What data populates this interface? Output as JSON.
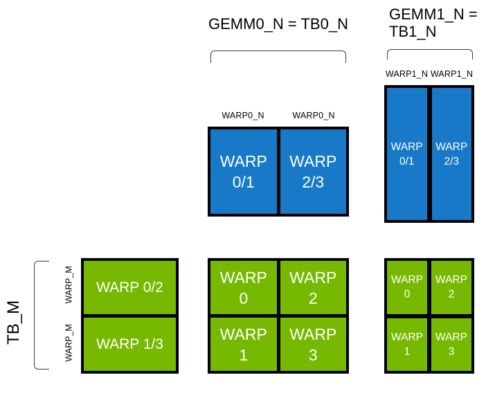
{
  "colors": {
    "blue": "#1779C8",
    "green": "#76B900",
    "border": "#000000",
    "bracket": "#3F3F3F",
    "cell_text": "#FFFFFF",
    "label_text": "#000000",
    "background": "#FFFFFF"
  },
  "headers": {
    "gemm0_title": "GEMM0_N = TB0_N",
    "gemm1_title_line1": "GEMM1_N =",
    "gemm1_title_line2": "TB1_N"
  },
  "axis_labels": {
    "tb_m": "TB_M",
    "warp_m_top": "WARP_M",
    "warp_m_bottom": "WARP_M",
    "warp0_n_left": "WARP0_N",
    "warp0_n_right": "WARP0_N",
    "warp1_n_left": "WARP1_N",
    "warp1_n_right": "WARP1_N"
  },
  "boxes": {
    "gemm0_acc": {
      "cells": [
        {
          "line1": "WARP",
          "line2": "0/1"
        },
        {
          "line1": "WARP",
          "line2": "2/3"
        }
      ]
    },
    "gemm1_acc": {
      "cells": [
        {
          "line1": "WARP",
          "line2": "0/1"
        },
        {
          "line1": "WARP",
          "line2": "2/3"
        }
      ]
    },
    "tb_rows": {
      "cells": [
        {
          "label": "WARP 0/2"
        },
        {
          "label": "WARP 1/3"
        }
      ]
    },
    "gemm0_grid": {
      "cells": [
        {
          "line1": "WARP",
          "line2": "0"
        },
        {
          "line1": "WARP",
          "line2": "2"
        },
        {
          "line1": "WARP",
          "line2": "1"
        },
        {
          "line1": "WARP",
          "line2": "3"
        }
      ]
    },
    "gemm1_grid": {
      "cells": [
        {
          "line1": "WARP",
          "line2": "0"
        },
        {
          "line1": "WARP",
          "line2": "2"
        },
        {
          "line1": "WARP",
          "line2": "1"
        },
        {
          "line1": "WARP",
          "line2": "3"
        }
      ]
    }
  }
}
